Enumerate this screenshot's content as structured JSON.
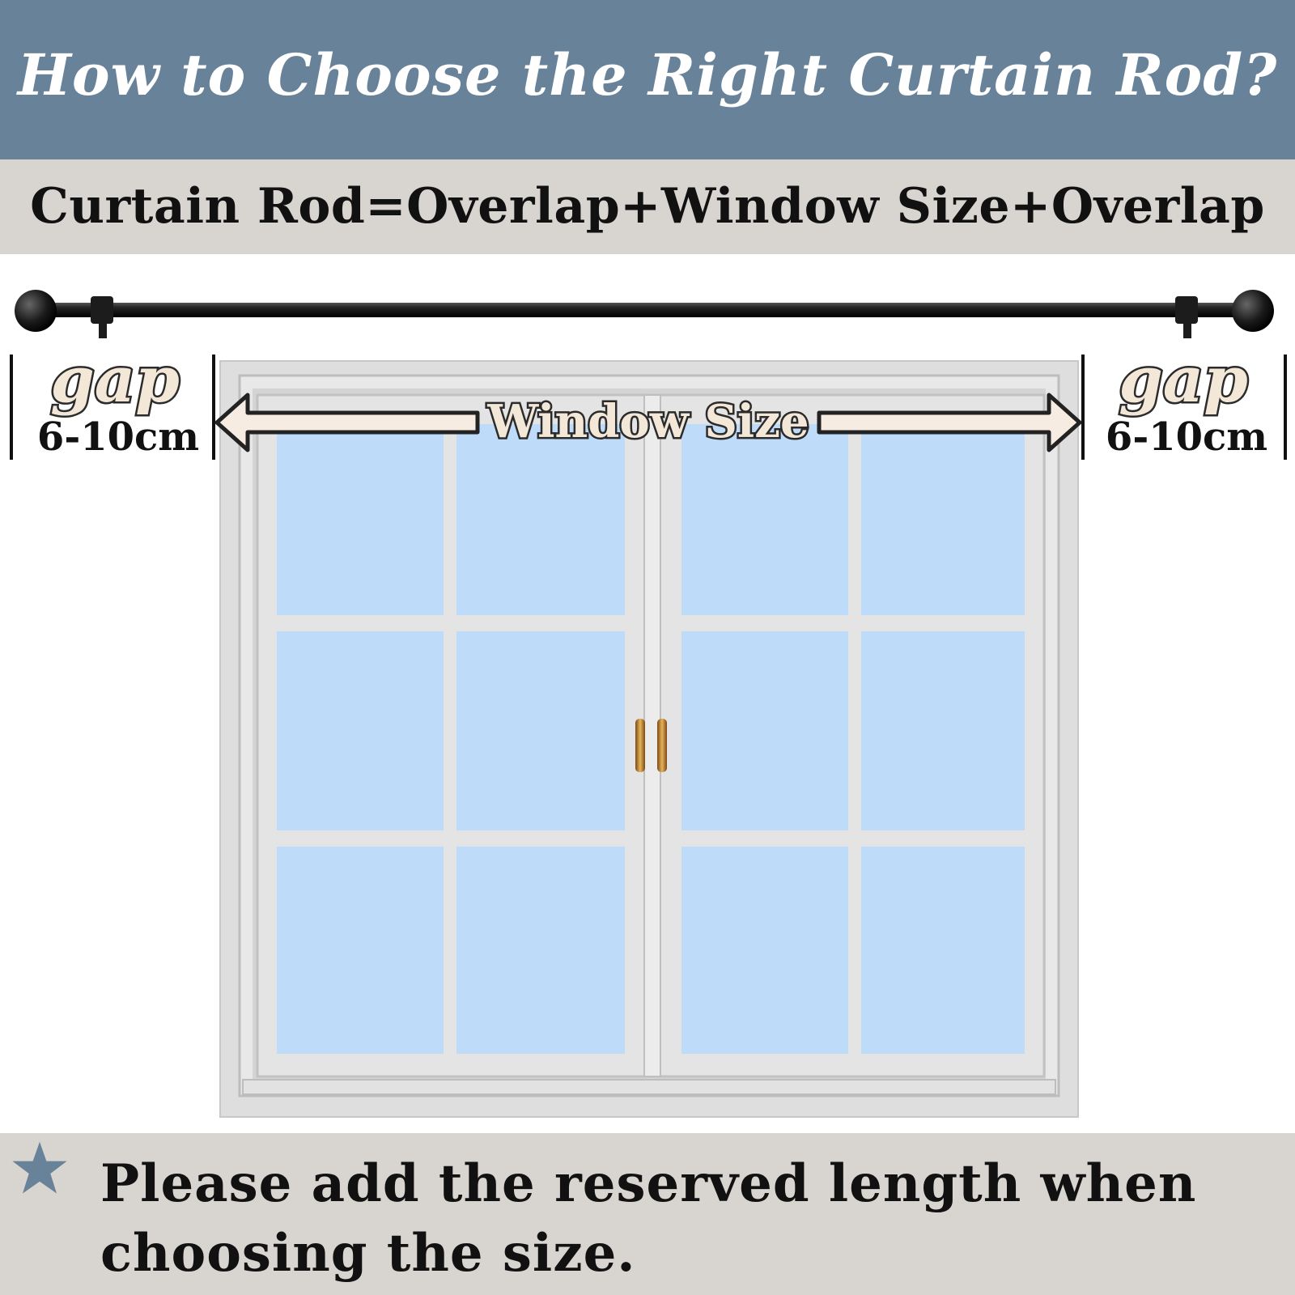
{
  "header": {
    "title": "How to Choose the Right Curtain Rod?",
    "background_color": "#678299"
  },
  "formula": {
    "text": "Curtain Rod=Overlap+Window Size+Overlap",
    "background_color": "#d8d4cf"
  },
  "diagram": {
    "left_gap": {
      "label": "gap",
      "range": "6-10cm"
    },
    "right_gap": {
      "label": "gap",
      "range": "6-10cm"
    },
    "window_size_label": "Window Size",
    "glass_color": "#bedcfa",
    "frame_color": "#dedede",
    "rod_color": "#1a1a1a"
  },
  "note": {
    "icon": "star-icon",
    "text": "Please add the reserved length when choosing the size.",
    "icon_color": "#678299"
  }
}
